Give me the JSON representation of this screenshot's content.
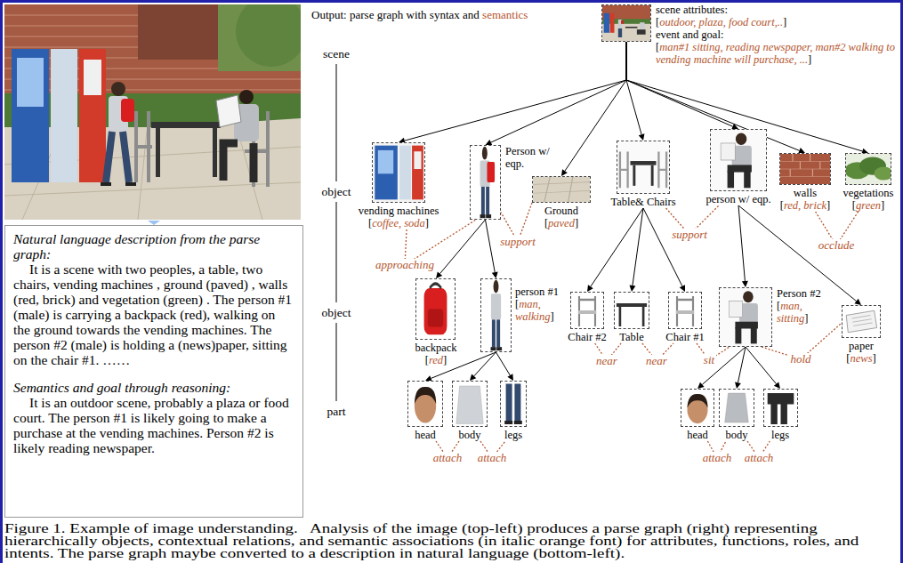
{
  "diagram": {
    "title": "Output: parse graph with syntax and semantics",
    "caption": "Figure 1. Example of image understanding.   Analysis of the image (top-left) produces a parse graph (right) representing hierarchically objects, contextual relations, and semantic associations (in italic orange font) for attributes, functions, roles, and intents. The parse graph maybe converted to a description in natural language (bottom-left).",
    "nodes": [
      {
        "text": [
          "Natural language description from the parse graph:",
          "It is a scene with two peoples, a table, two chairs, vending machines , ground (paved) , walls (red, brick) and vegetation (green) . The person #1 (male) is carrying a backpack (red), walking on the ground towards the vending machines. The person #2 (male) is holding a (news)paper, sitting on the chair #1. ……",
          "Semantics and goal through reasoning:",
          "It is an outdoor scene, probably a plaza or food court. The person #1 is likely going to make a purchase at the vending machines. Person #2 is likely reading newspaper."
        ]
      },
      {
        "text": [
          "scene attributes:",
          "[outdoor, plaza, food court,..]",
          "event and goal:",
          "[man#1 sitting, reading newspaper, man#2 walking to vending machine will purchase, ...]"
        ]
      },
      {
        "text": [
          "vending machines",
          "[coffee, soda]"
        ]
      },
      {
        "text": [
          "Person w/ eqp."
        ]
      },
      {
        "text": [
          "Ground",
          "[paved]"
        ]
      },
      {
        "text": [
          "Table& Chairs"
        ]
      },
      {
        "text": [
          "person w/ eqp."
        ]
      },
      {
        "text": [
          "walls",
          "[red, brick]"
        ]
      },
      {
        "text": [
          "vegetations",
          "[green]"
        ]
      },
      {
        "text": [
          "backpack",
          "[red]"
        ]
      },
      {
        "text": [
          "person #1",
          "[man, walking]"
        ]
      },
      {
        "text": [
          "Chair #2"
        ]
      },
      {
        "text": [
          "Table"
        ]
      },
      {
        "text": [
          "Chair #1"
        ]
      },
      {
        "text": [
          "Person #2",
          "[man, sitting]"
        ]
      },
      {
        "text": [
          "paper",
          "[news]"
        ]
      },
      {
        "text": [
          "head"
        ]
      },
      {
        "text": [
          "body"
        ]
      },
      {
        "text": [
          "legs"
        ]
      },
      {
        "text": [
          "head"
        ]
      },
      {
        "text": [
          "body"
        ]
      },
      {
        "text": [
          "legs"
        ]
      }
    ],
    "edges": [
      {
        "from": 1,
        "to": 2,
        "arrow": "to"
      },
      {
        "from": 1,
        "to": 3,
        "arrow": "to"
      },
      {
        "from": 1,
        "to": 4,
        "arrow": "to"
      },
      {
        "from": 1,
        "to": 5,
        "arrow": "to"
      },
      {
        "from": 1,
        "to": 6,
        "arrow": "to"
      },
      {
        "from": 1,
        "to": 7,
        "arrow": "to"
      },
      {
        "from": 1,
        "to": 8,
        "arrow": "to"
      },
      {
        "from": 2,
        "to": 3,
        "label": "approaching",
        "arrow": "none"
      },
      {
        "from": 4,
        "to": 3,
        "label": "support",
        "arrow": "none"
      },
      {
        "from": 5,
        "to": 6,
        "label": "support",
        "arrow": "none"
      },
      {
        "from": 7,
        "to": 8,
        "label": "occlude",
        "arrow": "none"
      },
      {
        "from": 3,
        "to": 9,
        "arrow": "to"
      },
      {
        "from": 3,
        "to": 10,
        "arrow": "to"
      },
      {
        "from": 5,
        "to": 11,
        "arrow": "to"
      },
      {
        "from": 5,
        "to": 12,
        "arrow": "to"
      },
      {
        "from": 5,
        "to": 13,
        "arrow": "to"
      },
      {
        "from": 6,
        "to": 14,
        "arrow": "to"
      },
      {
        "from": 6,
        "to": 15,
        "arrow": "to"
      },
      {
        "from": 11,
        "to": 12,
        "label": "near",
        "arrow": "none"
      },
      {
        "from": 12,
        "to": 13,
        "label": "near",
        "arrow": "none"
      },
      {
        "from": 13,
        "to": 14,
        "label": "sit",
        "arrow": "none"
      },
      {
        "from": 14,
        "to": 15,
        "label": "hold",
        "arrow": "none"
      },
      {
        "from": 10,
        "to": 16,
        "arrow": "to"
      },
      {
        "from": 10,
        "to": 17,
        "arrow": "to"
      },
      {
        "from": 10,
        "to": 18,
        "arrow": "to"
      },
      {
        "from": 14,
        "to": 19,
        "arrow": "to"
      },
      {
        "from": 14,
        "to": 20,
        "arrow": "to"
      },
      {
        "from": 14,
        "to": 21,
        "arrow": "to"
      },
      {
        "from": 16,
        "to": 17,
        "label": "attach",
        "arrow": "none"
      },
      {
        "from": 17,
        "to": 18,
        "label": "attach",
        "arrow": "none"
      },
      {
        "from": 19,
        "to": 20,
        "label": "attach",
        "arrow": "none"
      },
      {
        "from": 20,
        "to": 21,
        "label": "attach",
        "arrow": "none"
      }
    ],
    "labels": [
      "scene",
      "object",
      "object",
      "part"
    ]
  }
}
